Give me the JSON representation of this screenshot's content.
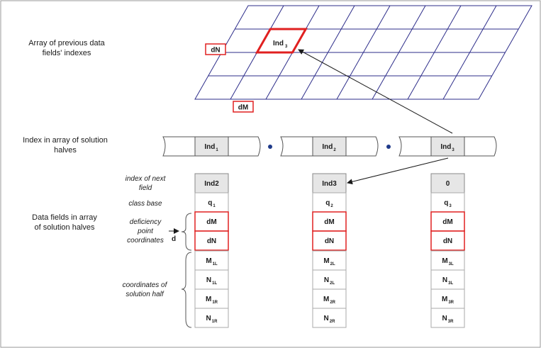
{
  "labels": {
    "grid_title_line1": "Array of previous data",
    "grid_title_line2": "fields' indexes",
    "dN": "dN",
    "dM": "dM",
    "ind3_grid": "Ind",
    "ind3_grid_sub": "3",
    "index_array_line1": "Index in  array of solution",
    "index_array_line2": "halves",
    "data_fields_line1": "Data fields in array",
    "data_fields_line2": "of solution halves",
    "index_next_line1": "index of next",
    "index_next_line2": "field",
    "class_base": "class base",
    "deficiency_line1": "deficiency",
    "deficiency_line2": "point",
    "deficiency_line3": "coordinates",
    "d": "d",
    "coords_line1": "coordinates of",
    "coords_line2": "solution half"
  },
  "index_array": [
    {
      "name": "Ind",
      "sub": "1"
    },
    {
      "name": "Ind",
      "sub": "2"
    },
    {
      "name": "Ind",
      "sub": "3"
    }
  ],
  "columns": [
    {
      "next": "Ind2",
      "q": "q",
      "q_sub": "1",
      "dM": "dM",
      "dN": "dN",
      "M1": "M",
      "M1_sub": "1L",
      "N1": "N",
      "N1_sub": "1L",
      "M2": "M",
      "M2_sub": "1R",
      "N2": "N",
      "N2_sub": "1R"
    },
    {
      "next": "Ind3",
      "q": "q",
      "q_sub": "2",
      "dM": "dM",
      "dN": "dN",
      "M1": "M",
      "M1_sub": "2L",
      "N1": "N",
      "N1_sub": "2L",
      "M2": "M",
      "M2_sub": "2R",
      "N2": "N",
      "N2_sub": "2R"
    },
    {
      "next": "0",
      "q": "q",
      "q_sub": "3",
      "dM": "dM",
      "dN": "dN",
      "M1": "M",
      "M1_sub": "3L",
      "N1": "N",
      "N1_sub": "3L",
      "M2": "M",
      "M2_sub": "3R",
      "N2": "N",
      "N2_sub": "3R"
    }
  ],
  "colors": {
    "grid": "#2d2d8a",
    "highlight": "#e02020",
    "cell_fill": "#e6e6e6",
    "dot": "#1f3a8a"
  }
}
